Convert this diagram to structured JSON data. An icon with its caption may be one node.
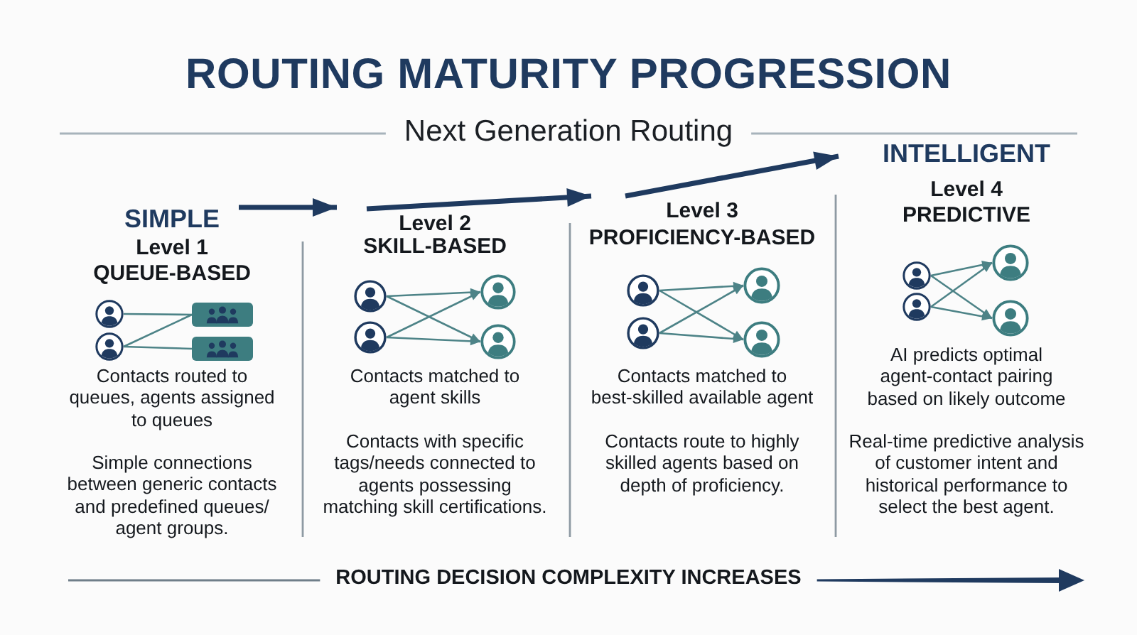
{
  "diagram": {
    "title": "ROUTING MATURITY PROGRESSION",
    "nodes": [
      {
        "text": [
          "SIMPLE",
          "Level 1",
          "QUEUE-BASED",
          "Contacts routed to queues, agents assigned to queues",
          "Simple connections between generic contacts and predefined queues/ agent groups."
        ]
      },
      {
        "text": [],
        "shape": "person",
        "in": 0
      },
      {
        "text": [],
        "shape": "person",
        "in": 0
      },
      {
        "text": [],
        "shape": "box",
        "in": 0
      },
      {
        "text": [],
        "shape": "box",
        "in": 0
      },
      {
        "text": [
          "Level 2",
          "SKILL-BASED",
          "Contacts matched to agent skills",
          "Contacts with specific tags/needs connected to agents possessing matching skill certifications."
        ]
      },
      {
        "text": [],
        "shape": "person",
        "in": 5
      },
      {
        "text": [],
        "shape": "person",
        "in": 5
      },
      {
        "text": [],
        "shape": "person",
        "in": 5
      },
      {
        "text": [],
        "shape": "person",
        "in": 5
      },
      {
        "text": [
          "Level 3",
          "PROFICIENCY-BASED",
          "Contacts matched to best-skilled available agent",
          "Contacts route to highly skilled agents based on depth of proficiency."
        ]
      },
      {
        "text": [],
        "shape": "person",
        "in": 10
      },
      {
        "text": [],
        "shape": "person",
        "in": 10
      },
      {
        "text": [],
        "shape": "person",
        "in": 10
      },
      {
        "text": [],
        "shape": "person",
        "in": 10
      },
      {
        "text": [
          "INTELLIGENT",
          "Level 4",
          "PREDICTIVE",
          "AI predicts optimal agent-contact pairing based on likely outcome",
          "Real-time predictive analysis of customer intent and historical performance to select the best agent."
        ]
      },
      {
        "text": [],
        "shape": "person",
        "in": 15
      },
      {
        "text": [],
        "shape": "person",
        "in": 15
      },
      {
        "text": [],
        "shape": "person",
        "in": 15
      },
      {
        "text": [],
        "shape": "person",
        "in": 15
      }
    ],
    "edges": [
      {
        "from": 0,
        "to": 5,
        "arrow": "to",
        "style": "thick",
        "color": "#1f3a5f"
      },
      {
        "from": 5,
        "to": 10,
        "arrow": "to",
        "style": "thick",
        "color": "#1f3a5f"
      },
      {
        "from": 10,
        "to": 15,
        "arrow": "to",
        "style": "thick",
        "color": "#1f3a5f"
      },
      {
        "from": 1,
        "to": 3,
        "arrow": "none"
      },
      {
        "from": 2,
        "to": 3,
        "arrow": "none"
      },
      {
        "from": 2,
        "to": 4,
        "arrow": "none"
      },
      {
        "from": 6,
        "to": 8,
        "arrow": "to"
      },
      {
        "from": 6,
        "to": 9,
        "arrow": "to"
      },
      {
        "from": 7,
        "to": 8,
        "arrow": "to"
      },
      {
        "from": 7,
        "to": 9,
        "arrow": "to"
      },
      {
        "from": 11,
        "to": 13,
        "arrow": "to"
      },
      {
        "from": 11,
        "to": 14,
        "arrow": "to"
      },
      {
        "from": 12,
        "to": 13,
        "arrow": "to"
      },
      {
        "from": 12,
        "to": 14,
        "arrow": "to"
      },
      {
        "from": 16,
        "to": 18,
        "arrow": "to"
      },
      {
        "from": 16,
        "to": 19,
        "arrow": "to"
      },
      {
        "from": 17,
        "to": 18,
        "arrow": "to"
      },
      {
        "from": 17,
        "to": 19,
        "arrow": "to"
      }
    ],
    "labels": [
      "Next Generation Routing",
      "ROUTING DECISION COMPLEXITY INCREASES"
    ]
  }
}
